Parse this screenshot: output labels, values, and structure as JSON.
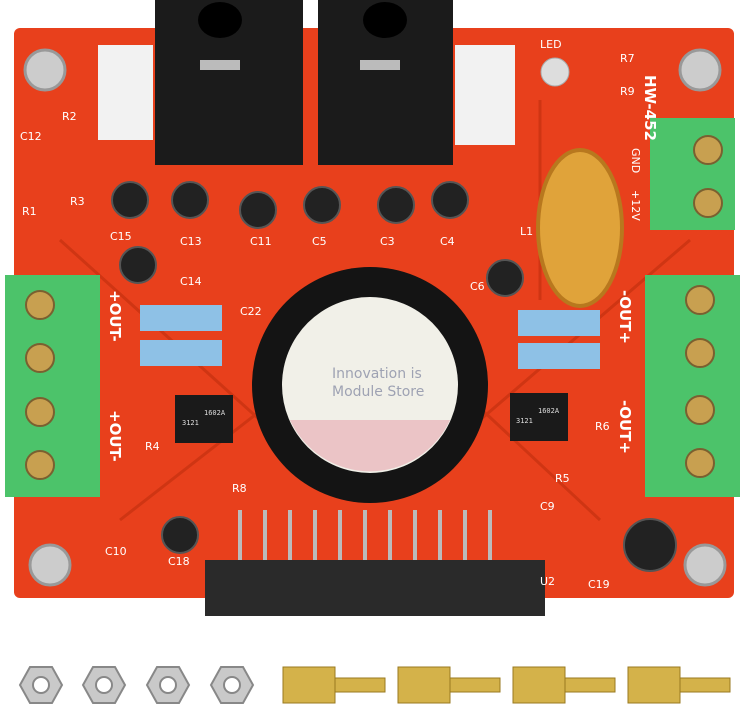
{
  "product": {
    "board_model": "HW-452",
    "labels": {
      "gnd": "GND",
      "v12": "+12V",
      "out_right_top": "-OUT+",
      "out_right_bottom": "-OUT+",
      "out_left_top": "+OUT-",
      "out_left_bottom": "+OUT-",
      "led": "LED",
      "ic_left": "1602A",
      "ic_left_code": "3121",
      "ic_right": "1602A",
      "ic_right_code": "3121"
    },
    "components": [
      "R7",
      "R9",
      "C12",
      "R2",
      "R1",
      "R3",
      "C15",
      "C13",
      "C11",
      "C5",
      "C3",
      "C4",
      "C14",
      "C22",
      "C6",
      "L1",
      "R4",
      "R8",
      "C10",
      "C18",
      "R5",
      "R6",
      "C9",
      "U2",
      "C19"
    ],
    "watermark_line1": "Innovation is",
    "watermark_line2": "Module Store",
    "colors": {
      "pcb": "#e8401c",
      "terminal": "#4cc36a",
      "capacitor": "#1a1a1a",
      "background": "#ffffff"
    }
  }
}
